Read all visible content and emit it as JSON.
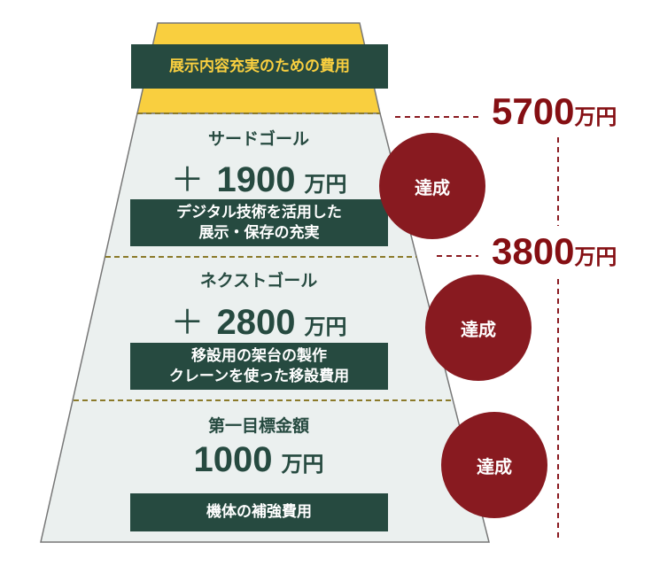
{
  "top_section": {
    "label": "展示内容充実のための費用"
  },
  "tiers": [
    {
      "goal": "サードゴール",
      "plus": "＋",
      "amount": "1900",
      "unit": "万円",
      "desc_line1": "デジタル技術を活用した",
      "desc_line2": "展示・保存の充実",
      "status": "達成"
    },
    {
      "goal": "ネクストゴール",
      "plus": "＋",
      "amount": "2800",
      "unit": "万円",
      "desc_line1": "移設用の架台の製作",
      "desc_line2": "クレーンを使った移設費用",
      "status": "達成"
    },
    {
      "goal": "第一目標金額",
      "amount": "1000",
      "unit": "万円",
      "desc_line1": "機体の補強費用",
      "status": "達成"
    }
  ],
  "totals": [
    {
      "amount": "5700",
      "unit": "万円"
    },
    {
      "amount": "3800",
      "unit": "万円"
    }
  ],
  "colors": {
    "dark_green": "#264a40",
    "yellow": "#f9cf3f",
    "light": "#ebf0ef",
    "red": "#881a20",
    "total_text": "#850f13"
  }
}
